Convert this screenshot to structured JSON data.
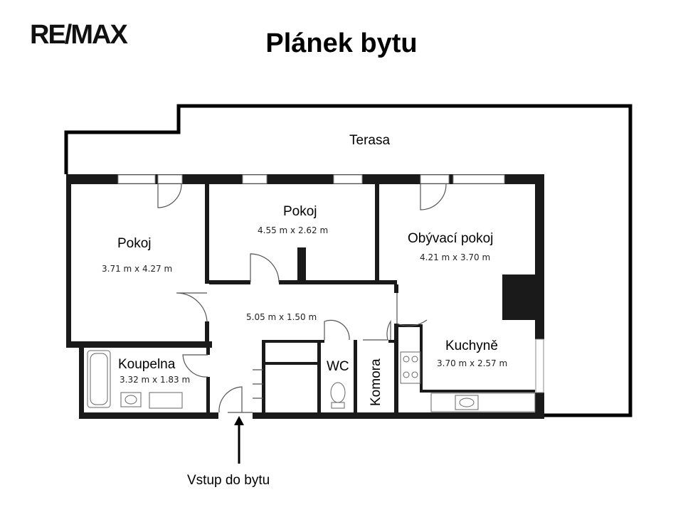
{
  "header": {
    "logo_text": "RE/MAX",
    "title": "Plánek bytu"
  },
  "rooms": {
    "terrace": {
      "label": "Terasa"
    },
    "room_left": {
      "label": "Pokoj",
      "dims": "3.71 m x 4.27 m"
    },
    "room_middle": {
      "label": "Pokoj",
      "dims": "4.55 m x 2.62 m"
    },
    "living": {
      "label": "Obývací pokoj",
      "dims": "4.21 m x 3.70 m"
    },
    "hall": {
      "dims": "5.05 m x 1.50 m"
    },
    "kitchen": {
      "label": "Kuchyně",
      "dims": "3.70 m x 2.57 m"
    },
    "bathroom": {
      "label": "Koupelna",
      "dims": "3.32 m x 1.83 m"
    },
    "wc": {
      "label": "WC"
    },
    "storage": {
      "label": "Komora"
    }
  },
  "entry": {
    "label": "Vstup do bytu"
  },
  "colors": {
    "wall": "#1a1a1a",
    "window": "#9a9a9a",
    "line": "#000000"
  }
}
